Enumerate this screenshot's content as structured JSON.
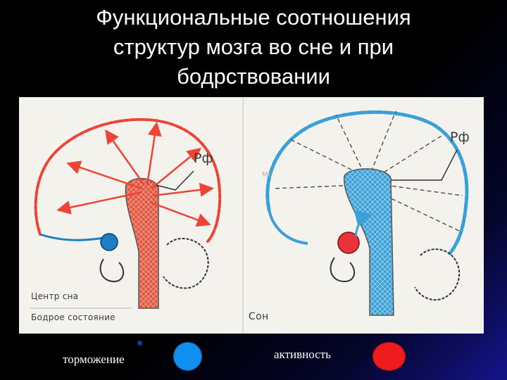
{
  "slide": {
    "title_lines": [
      "Функциональные соотношения",
      "структур мозга во сне и при",
      "бодрствовании"
    ]
  },
  "figure": {
    "awake_panel": {
      "rf_label": "Рф",
      "sleep_center_label": "Центр сна",
      "state_label": "Бодрое состояние",
      "brainstem_color": "#e2553f",
      "cortex_color": "#ee4436",
      "center_color": "#1b7fc4"
    },
    "sleep_panel": {
      "rf_label": "Рф",
      "state_label": "Сон",
      "faded_text": "Mc",
      "brainstem_color": "#3aa0d8",
      "cortex_color": "#3aa0d8",
      "center_color": "#e8333a"
    }
  },
  "legend": {
    "inhibition_label": "торможение",
    "inhibition_color": "#0f8ff0",
    "activity_label": "активность",
    "activity_color": "#ee1c1c"
  }
}
